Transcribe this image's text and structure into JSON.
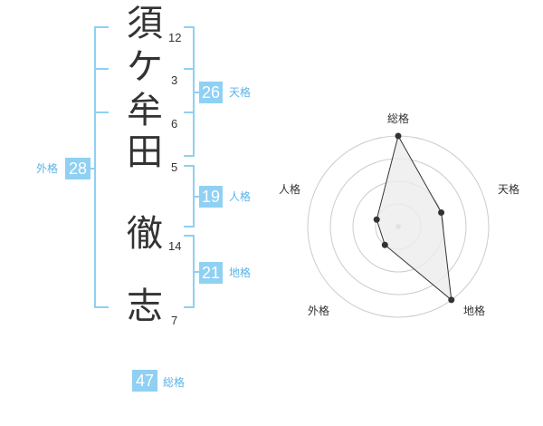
{
  "name": {
    "chars": [
      {
        "char": "須",
        "strokes": "12"
      },
      {
        "char": "ケ",
        "strokes": "3"
      },
      {
        "char": "牟",
        "strokes": "6"
      },
      {
        "char": "田",
        "strokes": "5"
      },
      {
        "char": "徹",
        "strokes": "14"
      },
      {
        "char": "志",
        "strokes": "7"
      }
    ]
  },
  "fortunes": {
    "tenkaku": {
      "label": "天格",
      "value": "26"
    },
    "jinkaku": {
      "label": "人格",
      "value": "19"
    },
    "chikaku": {
      "label": "地格",
      "value": "21"
    },
    "gaikaku": {
      "label": "外格",
      "value": "28"
    },
    "soukaku": {
      "label": "総格",
      "value": "47"
    }
  },
  "colors": {
    "accent": "#8fd0f3",
    "accent_text": "#5cb3e6",
    "radar_fill": "#ececec",
    "ring": "#cccccc",
    "point": "#333333"
  },
  "chart_data": {
    "type": "radar",
    "axes": [
      "総格",
      "天格",
      "地格",
      "外格",
      "人格"
    ],
    "values": [
      4,
      2,
      4,
      1,
      1
    ],
    "rmax": 4,
    "rings": 4
  }
}
